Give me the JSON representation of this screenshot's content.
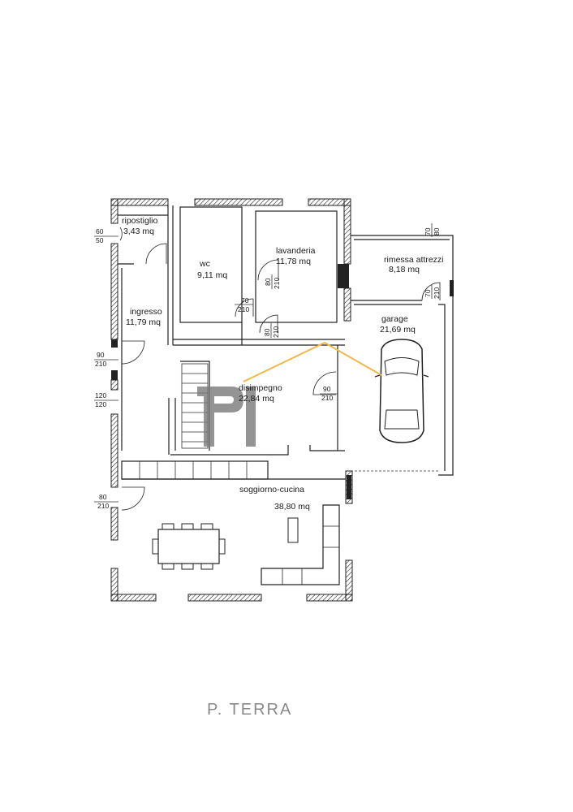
{
  "rooms": [
    {
      "name": "ripostiglio",
      "area": "3,43 mq"
    },
    {
      "name": "wc",
      "area": "9,11 mq"
    },
    {
      "name": "lavanderia",
      "area": "11,78 mq"
    },
    {
      "name": "rimessa attrezzi",
      "area": "8,18 mq"
    },
    {
      "name": "ingresso",
      "area": "11,79 mq"
    },
    {
      "name": "garage",
      "area": "21,69 mq"
    },
    {
      "name": "disimpegno",
      "area": "22,84 mq"
    },
    {
      "name": "soggiorno-cucina",
      "area": "38,80 mq"
    }
  ],
  "openings": [
    {
      "w": "60",
      "h": "50"
    },
    {
      "w": "90",
      "h": "210"
    },
    {
      "w": "120",
      "h": "120"
    },
    {
      "w": "80",
      "h": "210"
    },
    {
      "w": "70",
      "h": "210"
    },
    {
      "w": "80",
      "h": "210"
    },
    {
      "w": "80",
      "h": "210"
    },
    {
      "w": "90",
      "h": "210"
    },
    {
      "w": "70",
      "h": "80"
    },
    {
      "w": "70",
      "h": "210"
    }
  ],
  "floor_label": "P. TERRA",
  "colors": {
    "watermark": "#7a7a7a",
    "accent_line": "#f0b84a",
    "wall": "#222222"
  }
}
